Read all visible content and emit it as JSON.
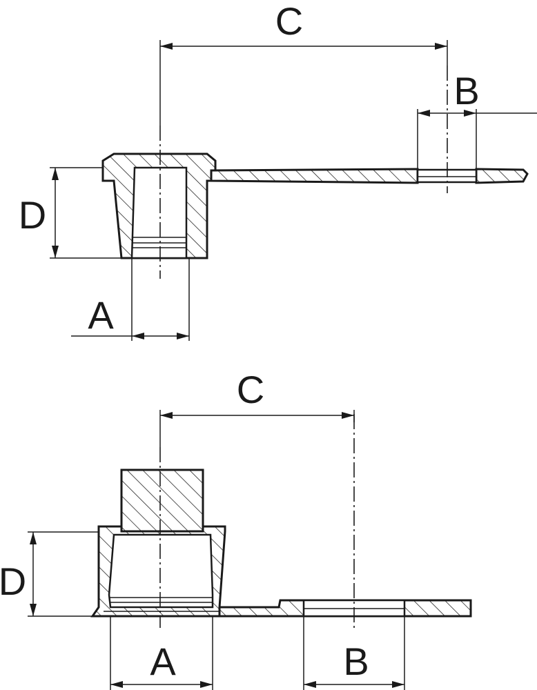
{
  "top_view": {
    "label_c": "C",
    "label_b": "B",
    "label_d": "D",
    "label_a": "A"
  },
  "bottom_view": {
    "label_c": "C",
    "label_d": "D",
    "label_a": "A",
    "label_b": "B"
  }
}
